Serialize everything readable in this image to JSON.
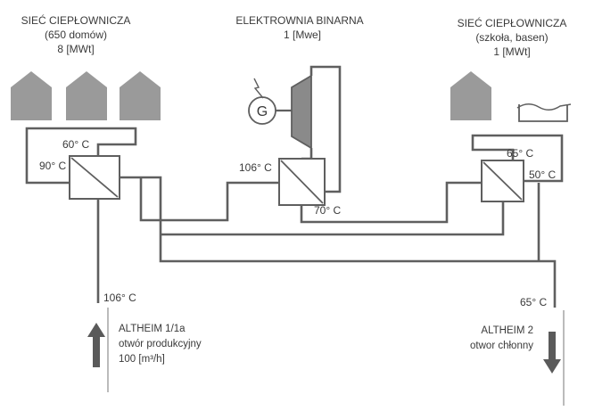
{
  "colors": {
    "pipe": "#5f5f5f",
    "building": "#9a9a9a",
    "arrow": "#5a5a5a",
    "turbine": "#8a8a8a"
  },
  "left_network": {
    "title": "SIEĆ CIEPŁOWNICZA",
    "subtitle": "(650 domów)",
    "power": "8 [MWt]",
    "temp_return": "60° C",
    "temp_supply": "90° C"
  },
  "plant": {
    "title": "ELEKTROWNIA BINARNA",
    "power": "1 [Mwe]",
    "generator_symbol": "G",
    "temp_in": "106° C",
    "temp_out": "70° C"
  },
  "right_network": {
    "title": "SIEĆ CIEPŁOWNICZA",
    "subtitle": "(szkoła, basen)",
    "power": "1  [MWt]",
    "temp_supply": "65° C",
    "temp_return": "50° C"
  },
  "production_well": {
    "temp": "106° C",
    "name": "ALTHEIM 1/1a",
    "type": "otwór produkcyjny",
    "flow": "100 [m³/h]"
  },
  "injection_well": {
    "temp": "65° C",
    "name": "ALTHEIM 2",
    "type": "otwor chłonny"
  }
}
